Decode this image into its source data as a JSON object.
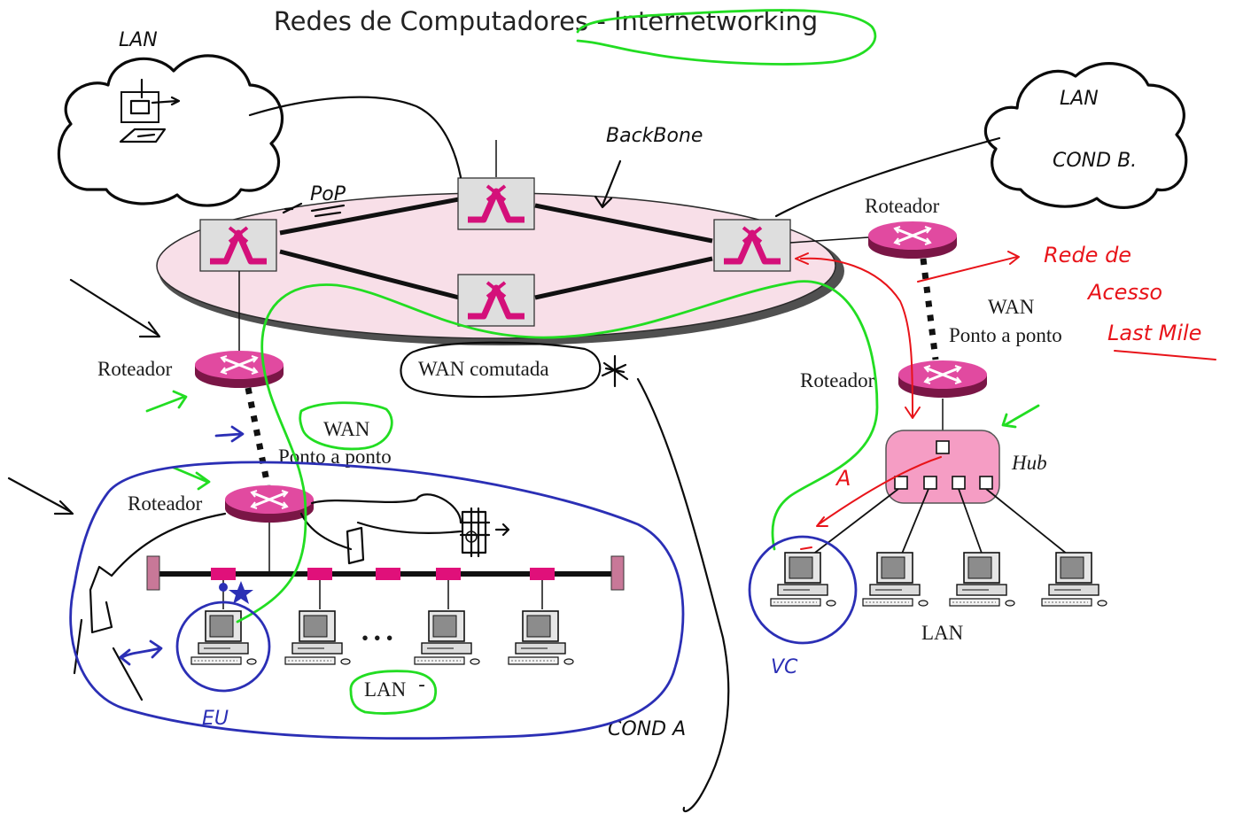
{
  "title": "Redes de Computadores - Internetworking",
  "labels": {
    "roteador_top_right": "Roteador",
    "roteador_left": "Roteador",
    "roteador_right": "Roteador",
    "roteador_lan_left": "Roteador",
    "wan_comutada": "WAN comutada",
    "wan_right": "WAN",
    "ponto_a_ponto_right": "Ponto a ponto",
    "wan_left": "WAN",
    "ponto_a_ponto_left": "Ponto a ponto",
    "hub": "Hub",
    "lan_right": "LAN",
    "lan_left": "LAN",
    "ellipsis": "• • •"
  },
  "annotations": {
    "lan_cloud_left": "LAN",
    "lan_cloud_right": "LAN",
    "cond_b": "COND B.",
    "backbone": "BackBone",
    "pop": "PoP",
    "rede_de": "Rede de",
    "acesso": "Acesso",
    "last_mile": "Last Mile",
    "cond_a": "COND A",
    "eu": "EU",
    "vc": "VC",
    "a_mark": "A",
    "lan_dash": "-"
  },
  "colors": {
    "router": "#e14aa0",
    "router_dark": "#7a1646",
    "backbone_fill": "#f8dfe8",
    "switch_box": "#dedede",
    "switch_glyph": "#d4107a",
    "hub": "#f59dc4",
    "ink_green": "#22dd22",
    "ink_blue": "#2b2fb5",
    "ink_red": "#e8141a"
  }
}
